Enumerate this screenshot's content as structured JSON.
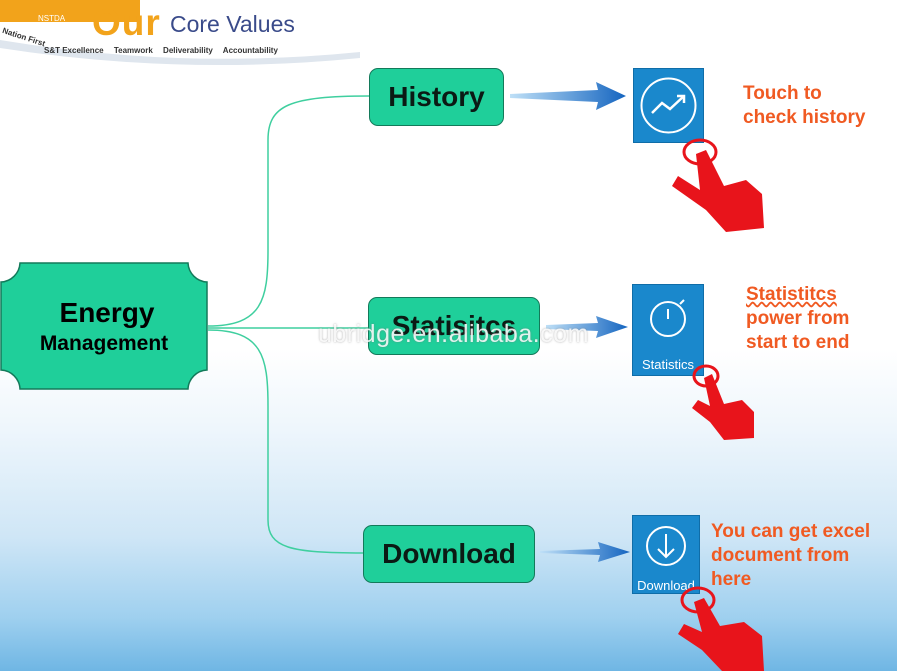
{
  "header": {
    "brand_top": "NSTDA",
    "title_main": "Our",
    "title_rest": "Core Values",
    "side_text": "Nation First",
    "values": [
      "S&T Excellence",
      "Teamwork",
      "Deliverability",
      "Accountability"
    ]
  },
  "diagram": {
    "center": {
      "line1": "Energy",
      "line2": "Management"
    },
    "branches": [
      {
        "label": "History",
        "icon": "trend-up-icon",
        "icon_caption": "",
        "note": [
          "Touch to",
          "check history"
        ]
      },
      {
        "label": "Statisitcs",
        "icon": "stopwatch-icon",
        "icon_caption": "Statistics",
        "note": [
          "Statistitcs",
          "power from",
          "start to end"
        ]
      },
      {
        "label": "Download",
        "icon": "download-arrow-icon",
        "icon_caption": "Download",
        "note": [
          "You can get excel",
          "document from",
          "here"
        ]
      }
    ]
  },
  "watermark": "ubridge.en.alibaba.com",
  "colors": {
    "node_fill": "#1fcf9a",
    "tile": "#1a88cc",
    "note": "#f05a22",
    "arrow": "#1a6fc2",
    "hand": "#e8141b"
  }
}
